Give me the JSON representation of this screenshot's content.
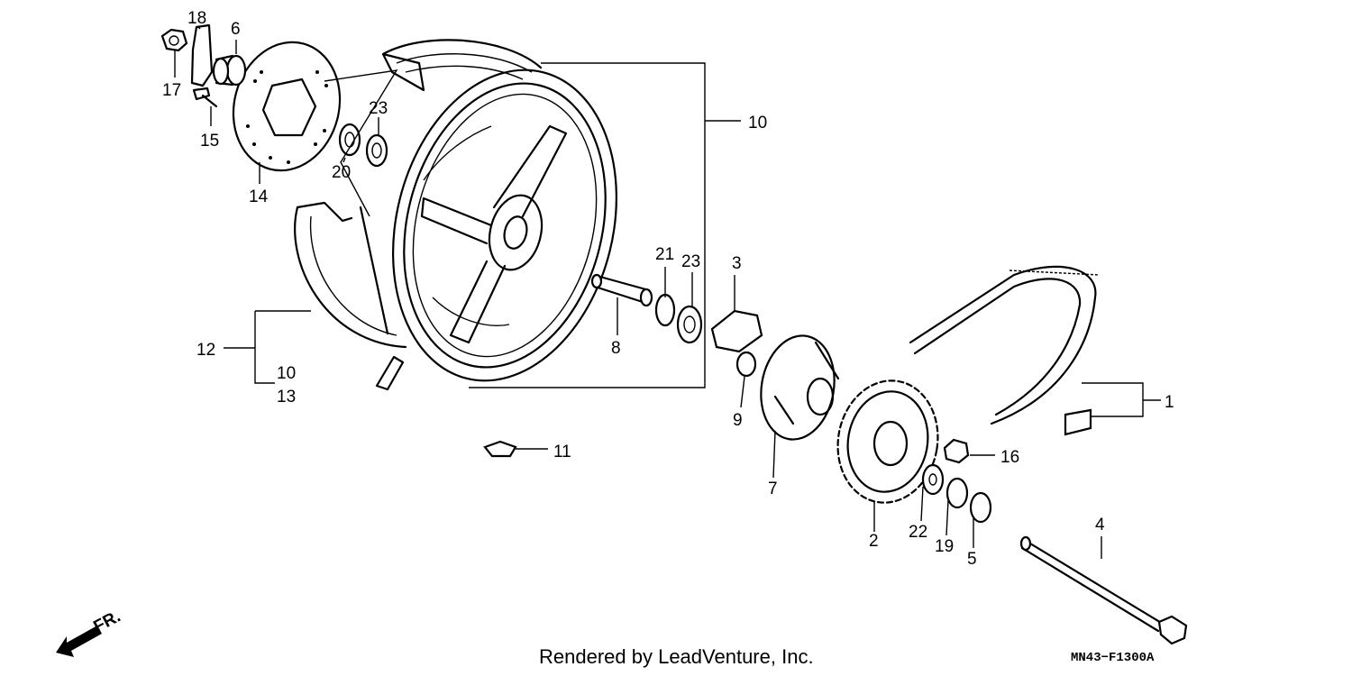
{
  "diagram": {
    "callouts": [
      {
        "id": "c1",
        "text": "1"
      },
      {
        "id": "c2",
        "text": "2"
      },
      {
        "id": "c3",
        "text": "3"
      },
      {
        "id": "c4",
        "text": "4"
      },
      {
        "id": "c5",
        "text": "5"
      },
      {
        "id": "c6",
        "text": "6"
      },
      {
        "id": "c7",
        "text": "7"
      },
      {
        "id": "c8",
        "text": "8"
      },
      {
        "id": "c9",
        "text": "9"
      },
      {
        "id": "c10a",
        "text": "10"
      },
      {
        "id": "c10b",
        "text": "10"
      },
      {
        "id": "c11",
        "text": "11"
      },
      {
        "id": "c12",
        "text": "12"
      },
      {
        "id": "c13",
        "text": "13"
      },
      {
        "id": "c14",
        "text": "14"
      },
      {
        "id": "c15",
        "text": "15"
      },
      {
        "id": "c16",
        "text": "16"
      },
      {
        "id": "c17",
        "text": "17"
      },
      {
        "id": "c18",
        "text": "18"
      },
      {
        "id": "c19",
        "text": "19"
      },
      {
        "id": "c20",
        "text": "20"
      },
      {
        "id": "c21",
        "text": "21"
      },
      {
        "id": "c22",
        "text": "22"
      },
      {
        "id": "c23a",
        "text": "23"
      },
      {
        "id": "c23b",
        "text": "23"
      }
    ],
    "direction_marker": "FR."
  },
  "footer": {
    "credit": "Rendered by LeadVenture, Inc.",
    "code": "MN43−F1300A"
  }
}
